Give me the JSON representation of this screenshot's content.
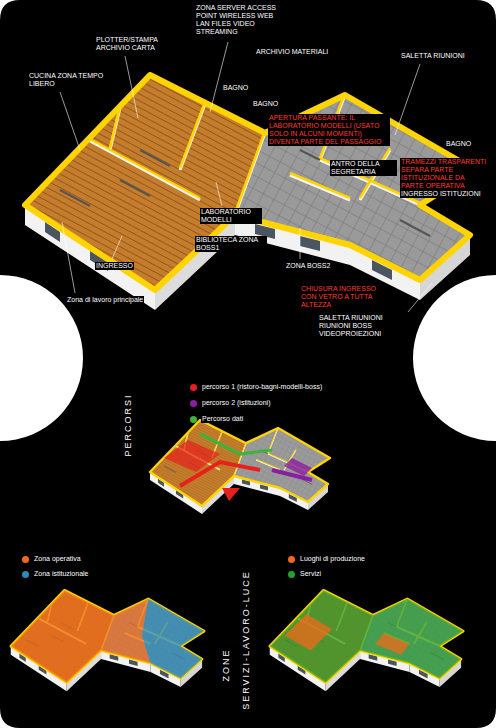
{
  "diagram": {
    "labels": [
      "ZONA SERVER ACCESS POINT WIRELESS WEB LAN FILES VIDEO STREAMING",
      "PLOTTER/STAMPA ARCHIVIO CARTA",
      "CUCINA ZONA TEMPO LIBERO",
      "ARCHIVIO MATERIALI",
      "BAGNO",
      "SALETTA RIUNIONI",
      "BAGNO",
      "APERTURA PASSANTE: IL LABORATORIO MODELLI (USATO SOLO IN ALCUNI MOMENTI) DIVENTA PARTE DEL PASSAGGIO",
      "ANTRO DELLA SEGRETARIA",
      "BAGNO",
      "TRAMEZZI TRASPARENTI SEPARA PARTE ISTITUZIONALE DA PARTE OPERATIVA",
      "INGRESSO ISTITUZIONI",
      "LABORATORIO MODELLI",
      "BIBLIOTECA ZONA BOSS1",
      "INGRESSO",
      "ZONA BOSS2",
      "CHIUSURA INGRESSO CON VETRO A TUTTA ALTEZZA",
      "SALETTA RIUNIONI RIUNIONI BOSS VIDEOPROIEZIONI",
      "Zona di lavoro principale",
      "PERCORSI",
      "ZONE",
      "SERVIZI-LAVORO-LUCE"
    ],
    "legend": [
      {
        "text": "percorso 1 (ristoro-bagni-modelli-boss)",
        "color": "#e8201c"
      },
      {
        "text": "percorso 2 (istituzioni)",
        "color": "#8a1ea0"
      },
      {
        "text": "Percorso dati",
        "color": "#3cb43c"
      },
      {
        "text": "Zona operativa",
        "color": "#f06a1a"
      },
      {
        "text": "Zona istituzionale",
        "color": "#2a8ab8"
      },
      {
        "text": "Luoghi di produzione",
        "color": "#f06a1a"
      },
      {
        "text": "Servizi",
        "color": "#22a030"
      }
    ]
  }
}
